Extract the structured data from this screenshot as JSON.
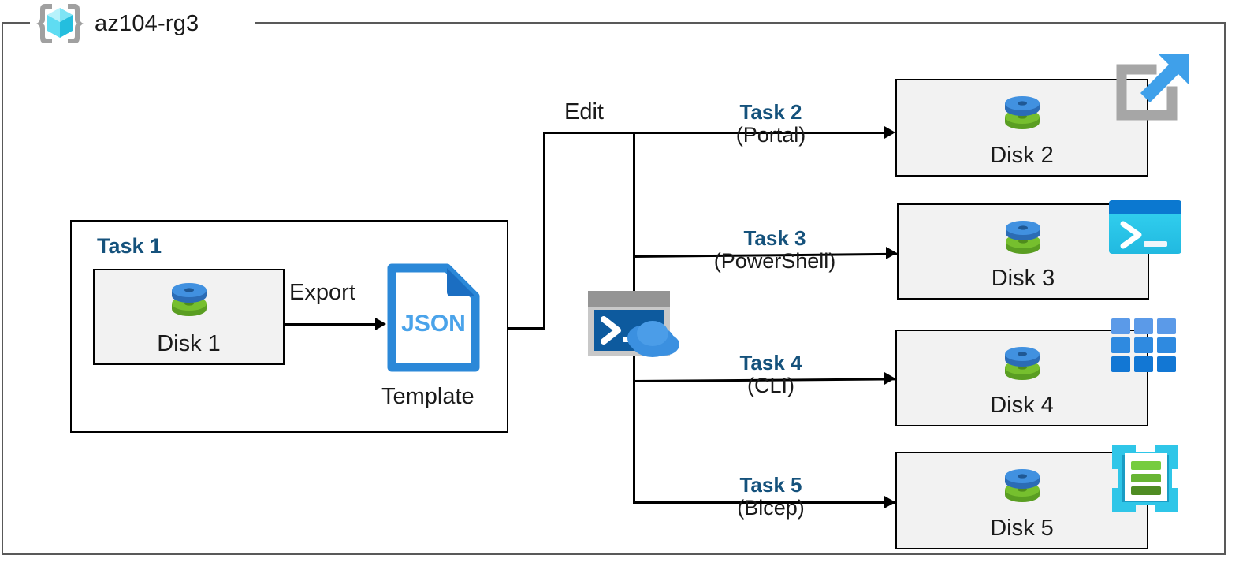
{
  "diagram": {
    "title": "az104-rg3",
    "resource_group_icon": "azure-resource-group-icon",
    "colors": {
      "task_label": "#15527c",
      "frame_border": "#595959",
      "box_border": "#000000",
      "box_fill": "#f2f2f2",
      "disk_blue": "#3c8ede",
      "disk_green": "#6bb12b",
      "json_blue": "#2b88d8",
      "cloudshell_blue": "#0d5a9e",
      "powershell_cyan": "#2fd0ef",
      "cli_blue": "#2a8ae0",
      "bicep_cyan": "#2fc6e8",
      "bicep_green": "#7fc243"
    }
  },
  "task1": {
    "label": "Task 1",
    "disk": {
      "caption": "Disk 1",
      "icon": "disk-icon"
    },
    "export_label": "Export",
    "template": {
      "file_label": "JSON",
      "caption": "Template",
      "icon": "json-file-icon"
    }
  },
  "edit": {
    "label": "Edit",
    "cloud_shell_icon": "cloud-shell-icon"
  },
  "branches": [
    {
      "task": "Task 2",
      "tool": "(Portal)",
      "target": "Disk 2",
      "icon": "azure-portal-icon"
    },
    {
      "task": "Task 3",
      "tool": "(PowerShell)",
      "target": "Disk 3",
      "icon": "powershell-icon"
    },
    {
      "task": "Task 4",
      "tool": "(CLI)",
      "target": "Disk 4",
      "icon": "azure-cli-icon"
    },
    {
      "task": "Task 5",
      "tool": "(Bicep)",
      "target": "Disk 5",
      "icon": "bicep-icon"
    }
  ]
}
